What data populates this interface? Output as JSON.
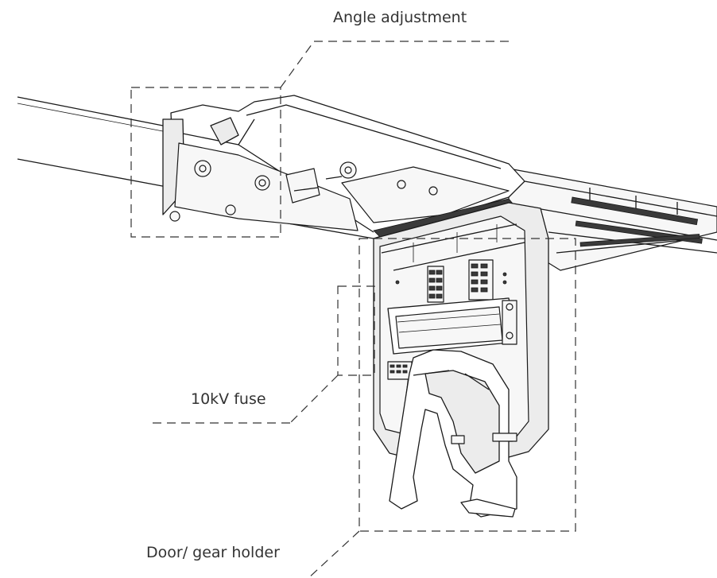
{
  "callouts": {
    "angle_adjustment": "Angle adjustment",
    "fuse": "10kV fuse",
    "door_gear_holder": "Door/ gear holder"
  },
  "colors": {
    "line": "#1a1a1a",
    "label": "#333333",
    "shade": "#ececec"
  }
}
